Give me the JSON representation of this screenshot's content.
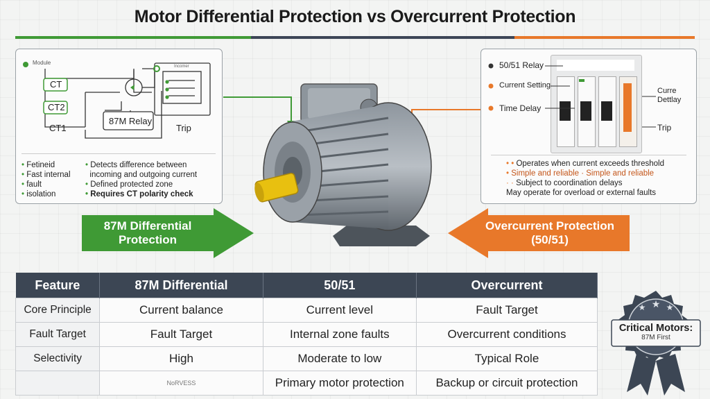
{
  "title": "Motor Differential Protection vs Overcurrent Protection",
  "colors": {
    "green": "#3f9a35",
    "orange": "#e8782a",
    "navy": "#3c4654"
  },
  "left_diagram": {
    "module_label": "Module",
    "ct_top": "CT",
    "ct2": "CT2",
    "ct1": "CT1",
    "relay": "87M Relay",
    "trip": "Trip",
    "inner_label": "Incomer"
  },
  "left_bullets_left": [
    "Fetineid",
    "Fast internal",
    "fault",
    "isolation"
  ],
  "left_bullets_right": [
    "Detects difference between",
    "incoming and outgoing current",
    "Defined protected zone",
    "Requires CT polarity check"
  ],
  "right_callouts": {
    "relay": "50/51 Relay",
    "current_setting": "Current Setting",
    "time_delay": "Time Delay",
    "curre": "Curre",
    "dettlay": "Dettlay",
    "trip": "Trip"
  },
  "right_bullets": [
    "Operates when current exceeds threshold",
    "Simple and reliable ·  Simple and reliable",
    "Subject to coordination delays",
    "May operate for overload or external faults"
  ],
  "arrow_left": {
    "line1": "87M Differential",
    "line2": "Protection"
  },
  "arrow_right": {
    "line1": "Overcurrent Protection",
    "line2": "(50/51)"
  },
  "table": {
    "headers": [
      "Feature",
      "87M Differential",
      "50/51",
      "Overcurrent"
    ],
    "rows": [
      [
        "Core Principle",
        "Current balance",
        "Current level",
        "Fault Target"
      ],
      [
        "Fault Target",
        "Fault Target",
        "Internal zone faults",
        "Overcurrent conditions"
      ],
      [
        "Selectivity",
        "High",
        "Moderate to low",
        "Typical Role"
      ],
      [
        "",
        "NᴏRVESS",
        "Primary motor protection",
        "Backup or circuit protection"
      ]
    ]
  },
  "badge": {
    "line1": "Critical Motors:",
    "line2": "87M First"
  }
}
